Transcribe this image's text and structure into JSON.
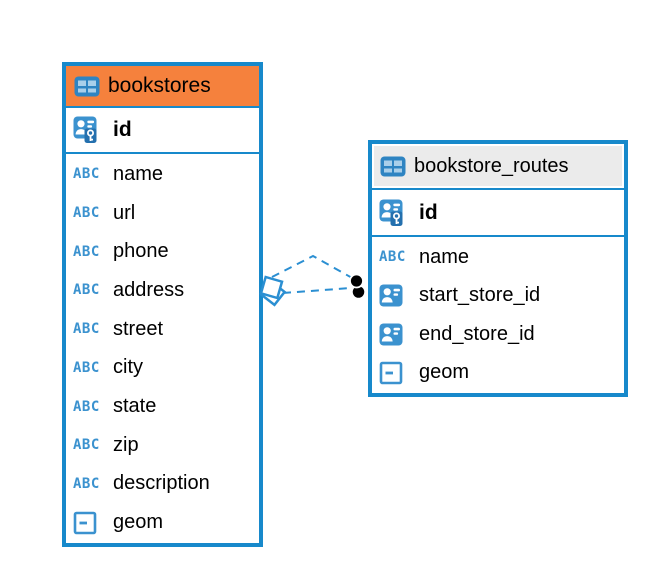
{
  "colors": {
    "table_border": "#1789CB",
    "icon_blue": "#3B92CF",
    "icon_cell_light": "#A9CFEA",
    "header_orange": "#F5813D",
    "header_gray": "#EBEBEB",
    "link_blue": "#2B8FD2",
    "text": "#000000"
  },
  "icon_glyphs": {
    "string": "ABC"
  },
  "tables": [
    {
      "name": "bookstores",
      "header_style": "orange",
      "primary_key": {
        "name": "id",
        "icon": "primary-key-icon"
      },
      "columns": [
        {
          "name": "name",
          "icon": "string-icon"
        },
        {
          "name": "url",
          "icon": "string-icon"
        },
        {
          "name": "phone",
          "icon": "string-icon"
        },
        {
          "name": "address",
          "icon": "string-icon"
        },
        {
          "name": "street",
          "icon": "string-icon"
        },
        {
          "name": "city",
          "icon": "string-icon"
        },
        {
          "name": "state",
          "icon": "string-icon"
        },
        {
          "name": "zip",
          "icon": "string-icon"
        },
        {
          "name": "description",
          "icon": "string-icon"
        },
        {
          "name": "geom",
          "icon": "geometry-icon"
        }
      ]
    },
    {
      "name": "bookstore_routes",
      "header_style": "gray",
      "primary_key": {
        "name": "id",
        "icon": "primary-key-icon"
      },
      "columns": [
        {
          "name": "name",
          "icon": "string-icon"
        },
        {
          "name": "start_store_id",
          "icon": "reference-icon"
        },
        {
          "name": "end_store_id",
          "icon": "reference-icon"
        },
        {
          "name": "geom",
          "icon": "geometry-icon"
        }
      ]
    }
  ],
  "relationships": [
    {
      "from_table": "bookstore_routes",
      "to_table": "bookstores",
      "style": "dashed"
    },
    {
      "from_table": "bookstore_routes",
      "to_table": "bookstores",
      "style": "dashed"
    }
  ]
}
